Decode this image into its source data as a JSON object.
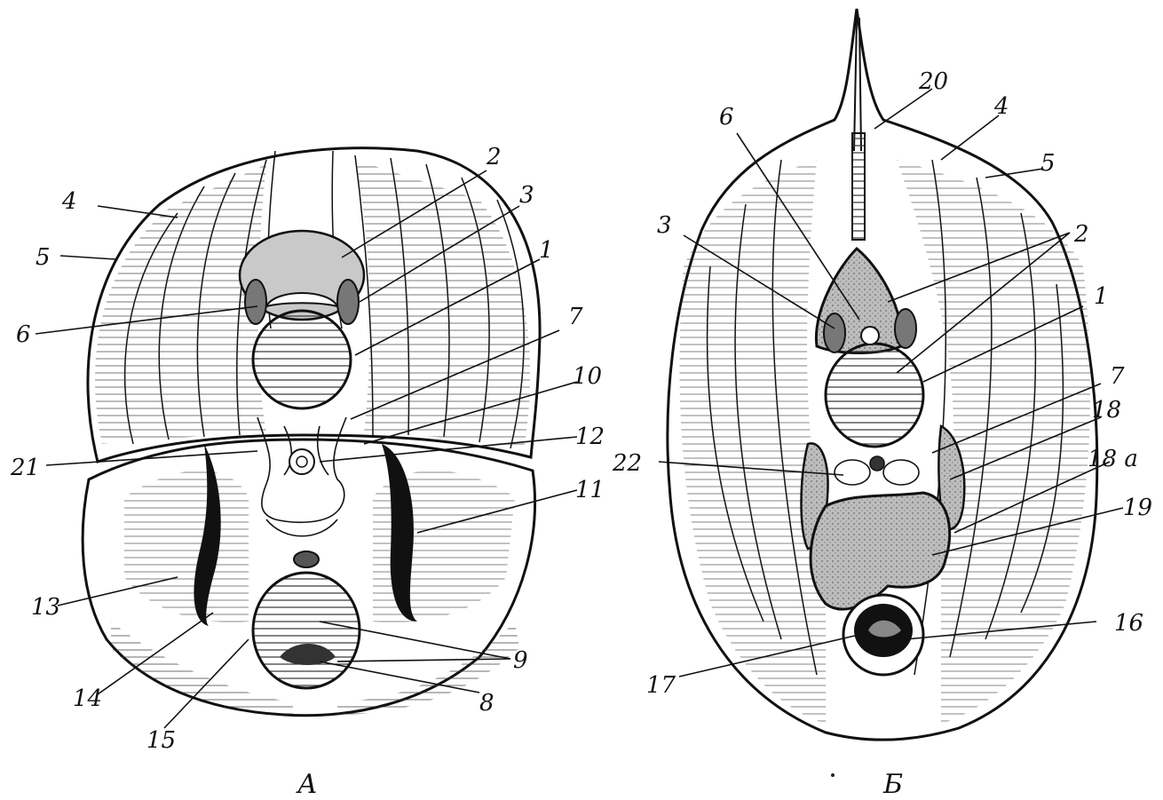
{
  "figure": {
    "captions": {
      "left": "А",
      "right": "Б"
    },
    "left_labels": [
      "2",
      "3",
      "4",
      "5",
      "1",
      "6",
      "7",
      "10",
      "21",
      "12",
      "11",
      "13",
      "9",
      "8",
      "14",
      "15"
    ],
    "right_labels": [
      "20",
      "6",
      "4",
      "5",
      "3",
      "2",
      "1",
      "7",
      "18",
      "22",
      "18 a",
      "19",
      "16",
      "17"
    ]
  }
}
